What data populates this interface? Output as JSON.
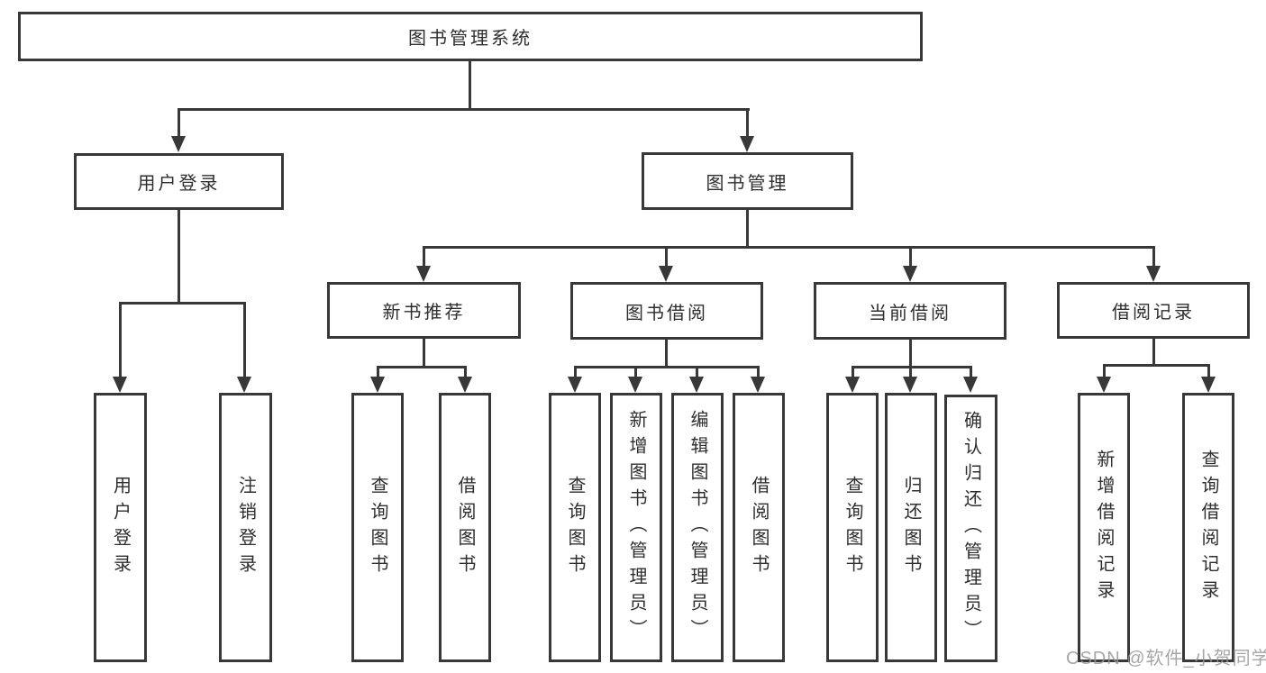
{
  "nodes": {
    "root": "图书管理系统",
    "user_login": "用户登录",
    "book_mgmt": "图书管理",
    "new_book_rec": "新书推荐",
    "book_borrow": "图书借阅",
    "current_borrow": "当前借阅",
    "borrow_records": "借阅记录",
    "leaves": {
      "login": [
        "用户登录",
        "注销登录"
      ],
      "recommend": [
        "查询图书",
        "借阅图书"
      ],
      "borrow": [
        "查询图书",
        "新增图书（管理员）",
        "编辑图书（管理员）",
        "借阅图书"
      ],
      "current": [
        "查询图书",
        "归还图书",
        "确认归还（管理员）"
      ],
      "records": [
        "新增借阅记录",
        "查询借阅记录"
      ]
    }
  },
  "colors": {
    "line": "#383838",
    "text": "#2e2e2e",
    "background": "#ffffff",
    "watermark": "#969696"
  },
  "watermark": "CSDN @软件_小贺同学"
}
